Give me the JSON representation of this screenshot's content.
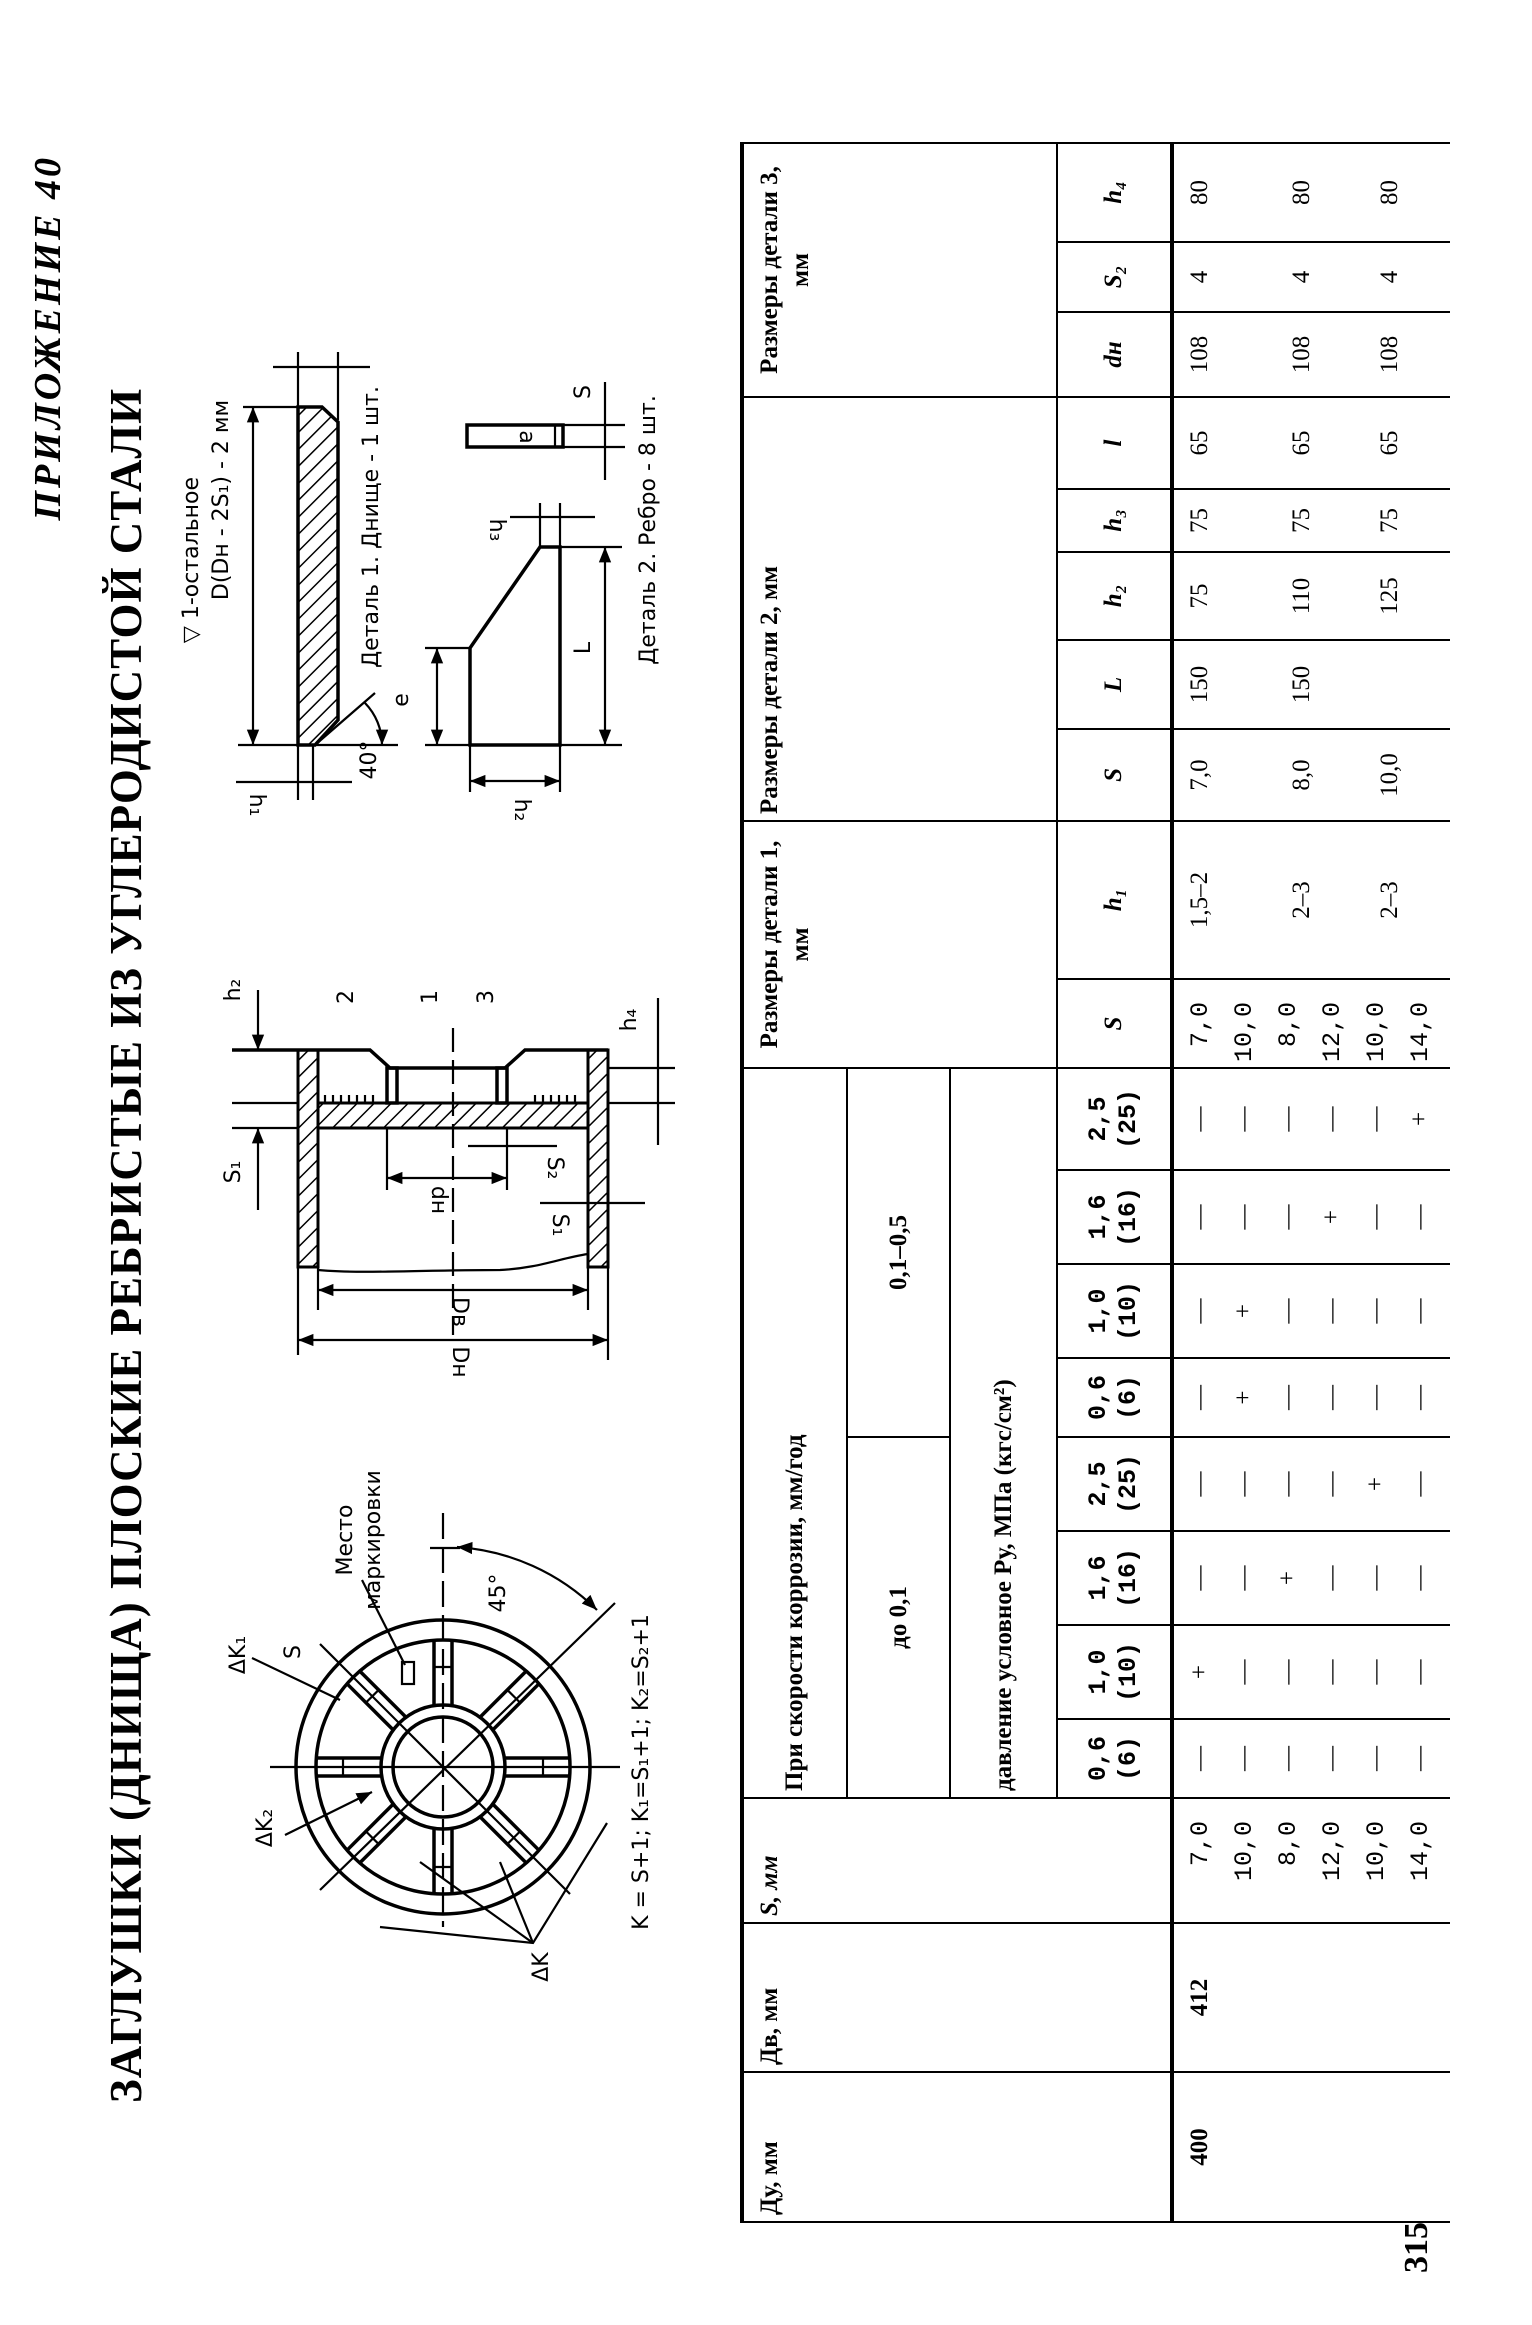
{
  "header": {
    "appendix": "ПРИЛОЖЕНИЕ 40",
    "title": "ЗАГЛУШКИ (ДНИЩА) ПЛОСКИЕ РЕБРИСТЫЕ ИЗ УГЛЕРОДИСТОЙ СТАЛИ"
  },
  "drawings": {
    "plan": {
      "marking_line1": "Место",
      "marking_line2": "маркировки",
      "dk1": "ΔK₁",
      "dk2": "ΔK₂",
      "dk": "ΔK",
      "angle": "45°",
      "rib_s": "S",
      "formula": "K = S+1; K₁=S₁+1; K₂=S₂+1"
    },
    "section": {
      "d_outer": "Dн",
      "d_inner": "Dв",
      "d_pipe": "dн",
      "s1_left": "S₁",
      "s1_right": "S₁",
      "s2": "S₂",
      "h2": "h₂",
      "h4": "h₄",
      "part1": "1",
      "part2": "2",
      "part3": "3"
    },
    "detail1": {
      "finish": "▽ 1-остальное",
      "diameter": "D(Dн - 2S₁) - 2 мм",
      "caption": "Деталь 1. Днище - 1 шт.",
      "h1": "h₁",
      "angle": "40°"
    },
    "detail2": {
      "e": "e",
      "L": "L",
      "h2": "h₂",
      "h3": "h₃",
      "a": "a",
      "s": "S",
      "caption": "Деталь 2. Ребро - 8 шт."
    }
  },
  "table": {
    "headers": {
      "du": "Ду, мм",
      "dv": "Дв, мм",
      "s": "S, мм",
      "corrosion": "При скорости коррозии, мм/год",
      "corr_low": "до 0,1",
      "corr_high": "0,1–0,5",
      "pressure": "давление условное Ру, МПа (кгс/см²)",
      "pressures": [
        {
          "mpa": "0,6",
          "kgf": "(6)"
        },
        {
          "mpa": "1,0",
          "kgf": "(10)"
        },
        {
          "mpa": "1,6",
          "kgf": "(16)"
        },
        {
          "mpa": "2,5",
          "kgf": "(25)"
        },
        {
          "mpa": "0,6",
          "kgf": "(6)"
        },
        {
          "mpa": "1,0",
          "kgf": "(10)"
        },
        {
          "mpa": "1,6",
          "kgf": "(16)"
        },
        {
          "mpa": "2,5",
          "kgf": "(25)"
        }
      ],
      "det1": "Размеры детали 1, мм",
      "det1_cols": [
        "S",
        "h₁"
      ],
      "det2": "Размеры детали 2, мм",
      "det2_cols": [
        "S",
        "L",
        "h₂",
        "h₃",
        "l"
      ],
      "det3": "Размеры детали 3, мм",
      "det3_cols": [
        "dн",
        "S₂",
        "h₄"
      ]
    },
    "du": "400",
    "dv": "412",
    "rows": [
      {
        "s": "7,0",
        "marks": [
          "—",
          "+",
          "—",
          "—",
          "—",
          "—",
          "—",
          "—"
        ],
        "det1_s": "7,0"
      },
      {
        "s": "10,0",
        "marks": [
          "—",
          "—",
          "—",
          "—",
          "+",
          "+",
          "—",
          "—"
        ],
        "det1_s": "10,0"
      },
      {
        "s": "8,0",
        "marks": [
          "—",
          "—",
          "+",
          "—",
          "—",
          "—",
          "—",
          "—"
        ],
        "det1_s": "8,0"
      },
      {
        "s": "12,0",
        "marks": [
          "—",
          "—",
          "—",
          "—",
          "—",
          "—",
          "+",
          "—"
        ],
        "det1_s": "12,0"
      },
      {
        "s": "10,0",
        "marks": [
          "—",
          "—",
          "—",
          "+",
          "—",
          "—",
          "—",
          "—"
        ],
        "det1_s": "10,0"
      },
      {
        "s": "14,0",
        "marks": [
          "—",
          "—",
          "—",
          "—",
          "—",
          "—",
          "—",
          "+"
        ],
        "det1_s": "14,0"
      }
    ],
    "groups": [
      {
        "h1": "1,5–2",
        "s": "7,0",
        "L": "150",
        "h2": "75",
        "h3": "75",
        "l": "65",
        "dn": "108",
        "s2": "4",
        "h4": "80"
      },
      {
        "h1": "2–3",
        "s": "8,0",
        "L": "150",
        "h2": "110",
        "h3": "75",
        "l": "65",
        "dn": "108",
        "s2": "4",
        "h4": "80"
      },
      {
        "h1": "2–3",
        "s": "10,0",
        "L": "",
        "h2": "125",
        "h3": "75",
        "l": "65",
        "dn": "108",
        "s2": "4",
        "h4": "80"
      }
    ]
  },
  "page_number": "315"
}
